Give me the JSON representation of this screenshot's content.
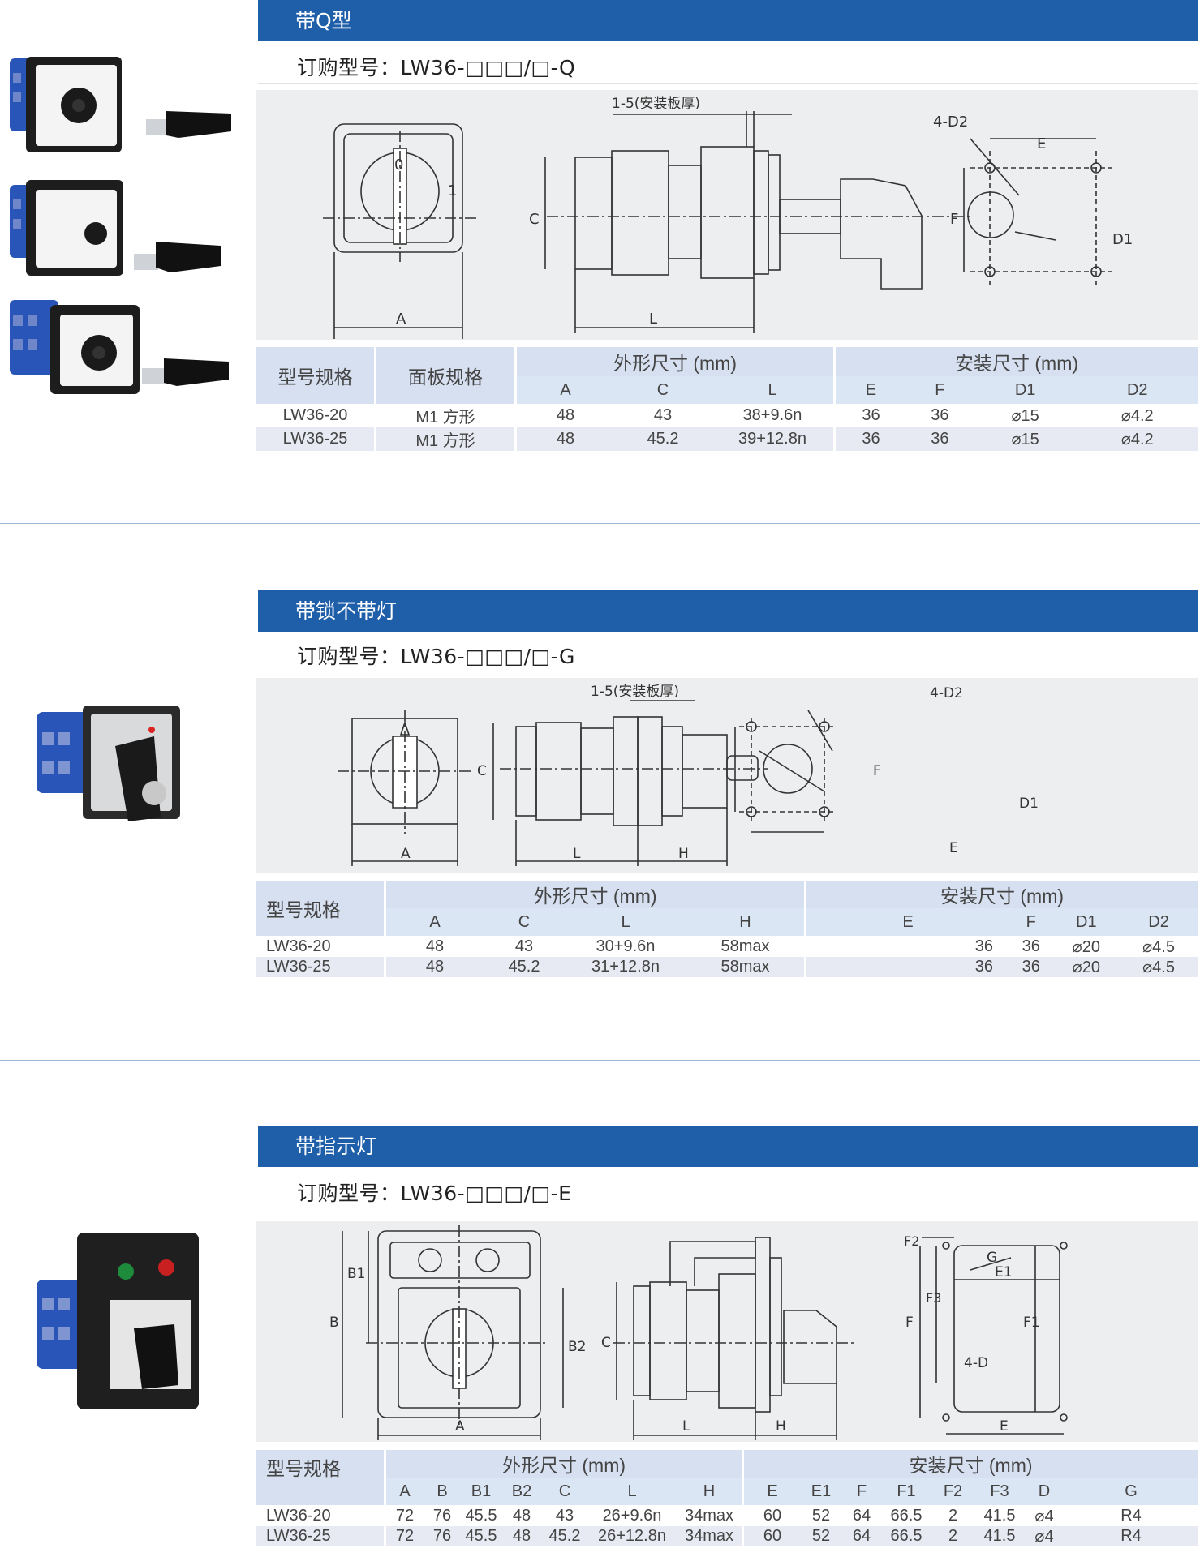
{
  "sections": [
    {
      "title": "带Q型",
      "order_label": "订购型号：",
      "order_code": "LW36-□□□/□-Q",
      "drawing": {
        "thickness_note": "1-5(安装板厚)",
        "labels": {
          "a": "A",
          "c": "C",
          "l": "L",
          "e": "E",
          "f": "F",
          "d1": "D1",
          "d2": "4-D2",
          "zero": "0",
          "one": "1"
        }
      },
      "table": {
        "col_model": "型号规格",
        "col_panel": "面板规格",
        "group_outline": "外形尺寸 (mm)",
        "group_mount": "安装尺寸 (mm)",
        "outline_cols": [
          "A",
          "C",
          "L"
        ],
        "mount_cols": [
          "E",
          "F",
          "D1",
          "D2"
        ],
        "rows": [
          {
            "model": "LW36-20",
            "panel": "M1 方形",
            "outline": [
              "48",
              "43",
              "38+9.6n"
            ],
            "mount": [
              "36",
              "36",
              "⌀15",
              "⌀4.2"
            ]
          },
          {
            "model": "LW36-25",
            "panel": "M1 方形",
            "outline": [
              "48",
              "45.2",
              "39+12.8n"
            ],
            "mount": [
              "36",
              "36",
              "⌀15",
              "⌀4.2"
            ]
          }
        ]
      }
    },
    {
      "title": "带锁不带灯",
      "order_label": "订购型号：",
      "order_code": "LW36-□□□/□-G",
      "drawing": {
        "thickness_note": "1-5(安装板厚)",
        "labels": {
          "a": "A",
          "c": "C",
          "l": "L",
          "h": "H",
          "e": "E",
          "f": "F",
          "d1": "D1",
          "d2": "4-D2"
        }
      },
      "table": {
        "col_model": "型号规格",
        "group_outline": "外形尺寸 (mm)",
        "group_mount": "安装尺寸 (mm)",
        "outline_cols": [
          "A",
          "C",
          "L",
          "H"
        ],
        "mount_cols": [
          "E",
          "F",
          "D1",
          "D2"
        ],
        "rows": [
          {
            "model": "LW36-20",
            "outline": [
              "48",
              "43",
              "30+9.6n",
              "58max"
            ],
            "mount": [
              "36",
              "36",
              "⌀20",
              "⌀4.5"
            ]
          },
          {
            "model": "LW36-25",
            "outline": [
              "48",
              "45.2",
              "31+12.8n",
              "58max"
            ],
            "mount": [
              "36",
              "36",
              "⌀20",
              "⌀4.5"
            ]
          }
        ]
      }
    },
    {
      "title": "带指示灯",
      "order_label": "订购型号：",
      "order_code": "LW36-□□□/□-E",
      "drawing": {
        "labels": {
          "a": "A",
          "b": "B",
          "b1": "B1",
          "b2": "B2",
          "c": "C",
          "l": "L",
          "h": "H",
          "e": "E",
          "e1": "E1",
          "f": "F",
          "f1": "F1",
          "f2": "F2",
          "f3": "F3",
          "g": "G",
          "d": "4-D"
        }
      },
      "table": {
        "col_model": "型号规格",
        "group_outline": "外形尺寸 (mm)",
        "group_mount": "安装尺寸 (mm)",
        "outline_cols": [
          "A",
          "B",
          "B1",
          "B2",
          "C",
          "L",
          "H"
        ],
        "mount_cols": [
          "E",
          "E1",
          "F",
          "F1",
          "F2",
          "F3",
          "D",
          "G"
        ],
        "rows": [
          {
            "model": "LW36-20",
            "outline": [
              "72",
              "76",
              "45.5",
              "48",
              "43",
              "26+9.6n",
              "34max"
            ],
            "mount": [
              "60",
              "52",
              "64",
              "66.5",
              "2",
              "41.5",
              "⌀4",
              "R4"
            ]
          },
          {
            "model": "LW36-25",
            "outline": [
              "72",
              "76",
              "45.5",
              "48",
              "45.2",
              "26+12.8n",
              "34max"
            ],
            "mount": [
              "60",
              "52",
              "64",
              "66.5",
              "2",
              "41.5",
              "⌀4",
              "R4"
            ]
          }
        ]
      }
    }
  ],
  "colors": {
    "title_bar": "#1f5fa9",
    "header_row": "#d6e0f0",
    "alt_row": "#e8eaf3",
    "drawing_bg": "#edeeef",
    "switch_blue": "#2a55b8"
  }
}
